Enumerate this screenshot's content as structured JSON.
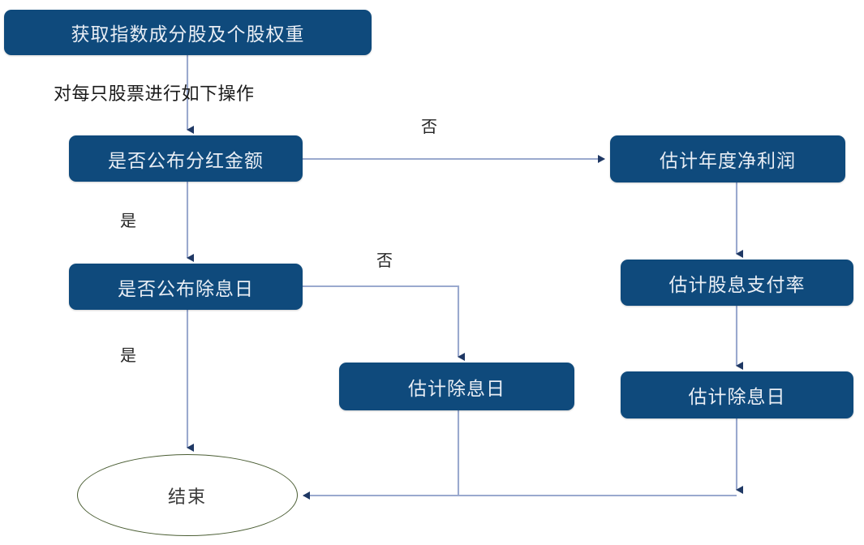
{
  "diagram": {
    "title_text": "获取指数成分股及个股权重",
    "caption": "对每只股票进行如下操作",
    "colors": {
      "node_fill": "#0f4a7c",
      "node_text": "#e9eef5",
      "connector_line": "#9aa9ce",
      "arrow_head": "#1f3864",
      "terminator_stroke": "#4a5d33",
      "background": "#ffffff"
    },
    "nodes": {
      "start": "获取指数成分股及个股权重",
      "decision_dividend_amount": "是否公布分红金额",
      "decision_exdate": "是否公布除息日",
      "estimate_net_profit": "估计年度净利润",
      "estimate_payout_ratio": "估计股息支付率",
      "estimate_exdate_right": "估计除息日",
      "estimate_exdate_middle": "估计除息日",
      "end": "结束"
    },
    "edge_labels": {
      "loop_note": "对每只股票进行如下操作",
      "no_dividend": "否",
      "yes_dividend": "是",
      "no_exdate": "否",
      "yes_exdate": "是"
    }
  }
}
